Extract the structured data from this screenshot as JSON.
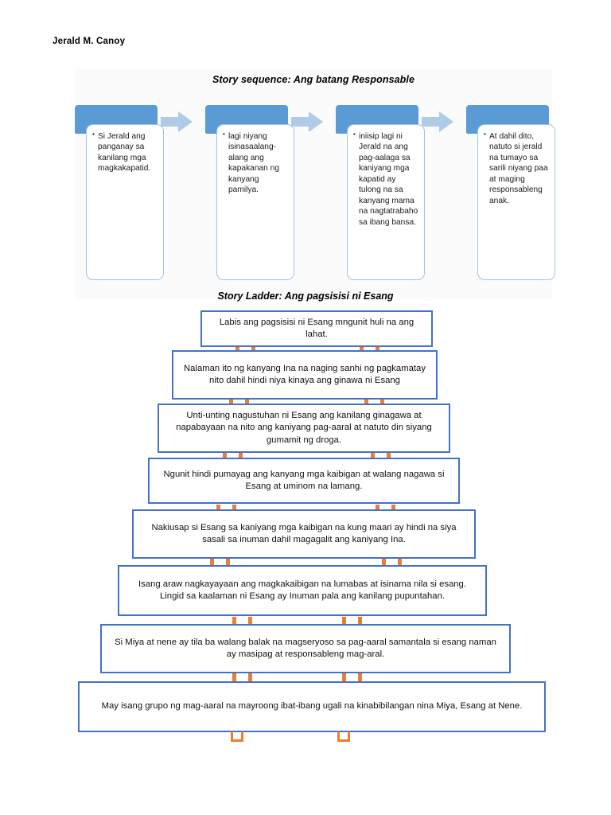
{
  "document": {
    "author": "Jerald M. Canoy"
  },
  "sequence": {
    "title": "Story sequence: Ang batang Responsable",
    "accent_color": "#5B9BD5",
    "arrow_color": "#AECBE8",
    "box_border_color": "#9DC3E6",
    "steps": [
      {
        "text": "Si Jerald ang panganay sa kanilang mga magkakapatid."
      },
      {
        "text": "lagi niyang isinasaalang-alang ang kapakanan ng kanyang pamilya."
      },
      {
        "text": "iniisip lagi ni Jerald na ang pag-aalaga sa kaniyang mga kapatid ay tulong na sa kanyang mama  na nagtatrabaho sa ibang bansa."
      },
      {
        "text": "At dahil dito, natuto si jerald na tumayo sa sarili niyang paa at maging responsableng anak."
      }
    ]
  },
  "ladder": {
    "title": "Story Ladder: Ang pagsisisi ni Esang",
    "rung_border_color": "#4472C4",
    "rail_color": "#ED7D31",
    "rungs": [
      {
        "text": "Labis ang pagsisisi ni Esang mngunit huli na ang lahat."
      },
      {
        "text": "Nalaman ito ng kanyang Ina na naging sanhi ng pagkamatay nito dahil hindi niya kinaya ang ginawa ni Esang"
      },
      {
        "text": "Unti-unting nagustuhan ni Esang ang kanilang ginagawa at napabayaan na nito ang kaniyang pag-aaral at natuto din siyang gumamit ng droga."
      },
      {
        "text": "Ngunit hindi pumayag ang kanyang mga kaibigan at walang nagawa si Esang at uminom na lamang."
      },
      {
        "text": "Nakiusap si Esang sa kaniyang mga kaibigan na kung maari ay hindi na siya sasali sa inuman dahil magagalit ang kaniyang Ina."
      },
      {
        "text": "Isang araw nagkayayaan ang magkakaibigan na lumabas at isinama nila si esang. Lingid sa kaalaman ni Esang ay Inuman pala ang kanilang pupuntahan."
      },
      {
        "text": "Si Miya at nene ay tila ba walang balak na magseryoso sa pag-aaral samantala si esang naman ay masipag at responsableng mag-aral."
      },
      {
        "text": "May isang grupo ng mag-aaral na mayroong ibat-ibang ugali na kinabibilangan nina Miya, Esang at Nene."
      }
    ]
  }
}
